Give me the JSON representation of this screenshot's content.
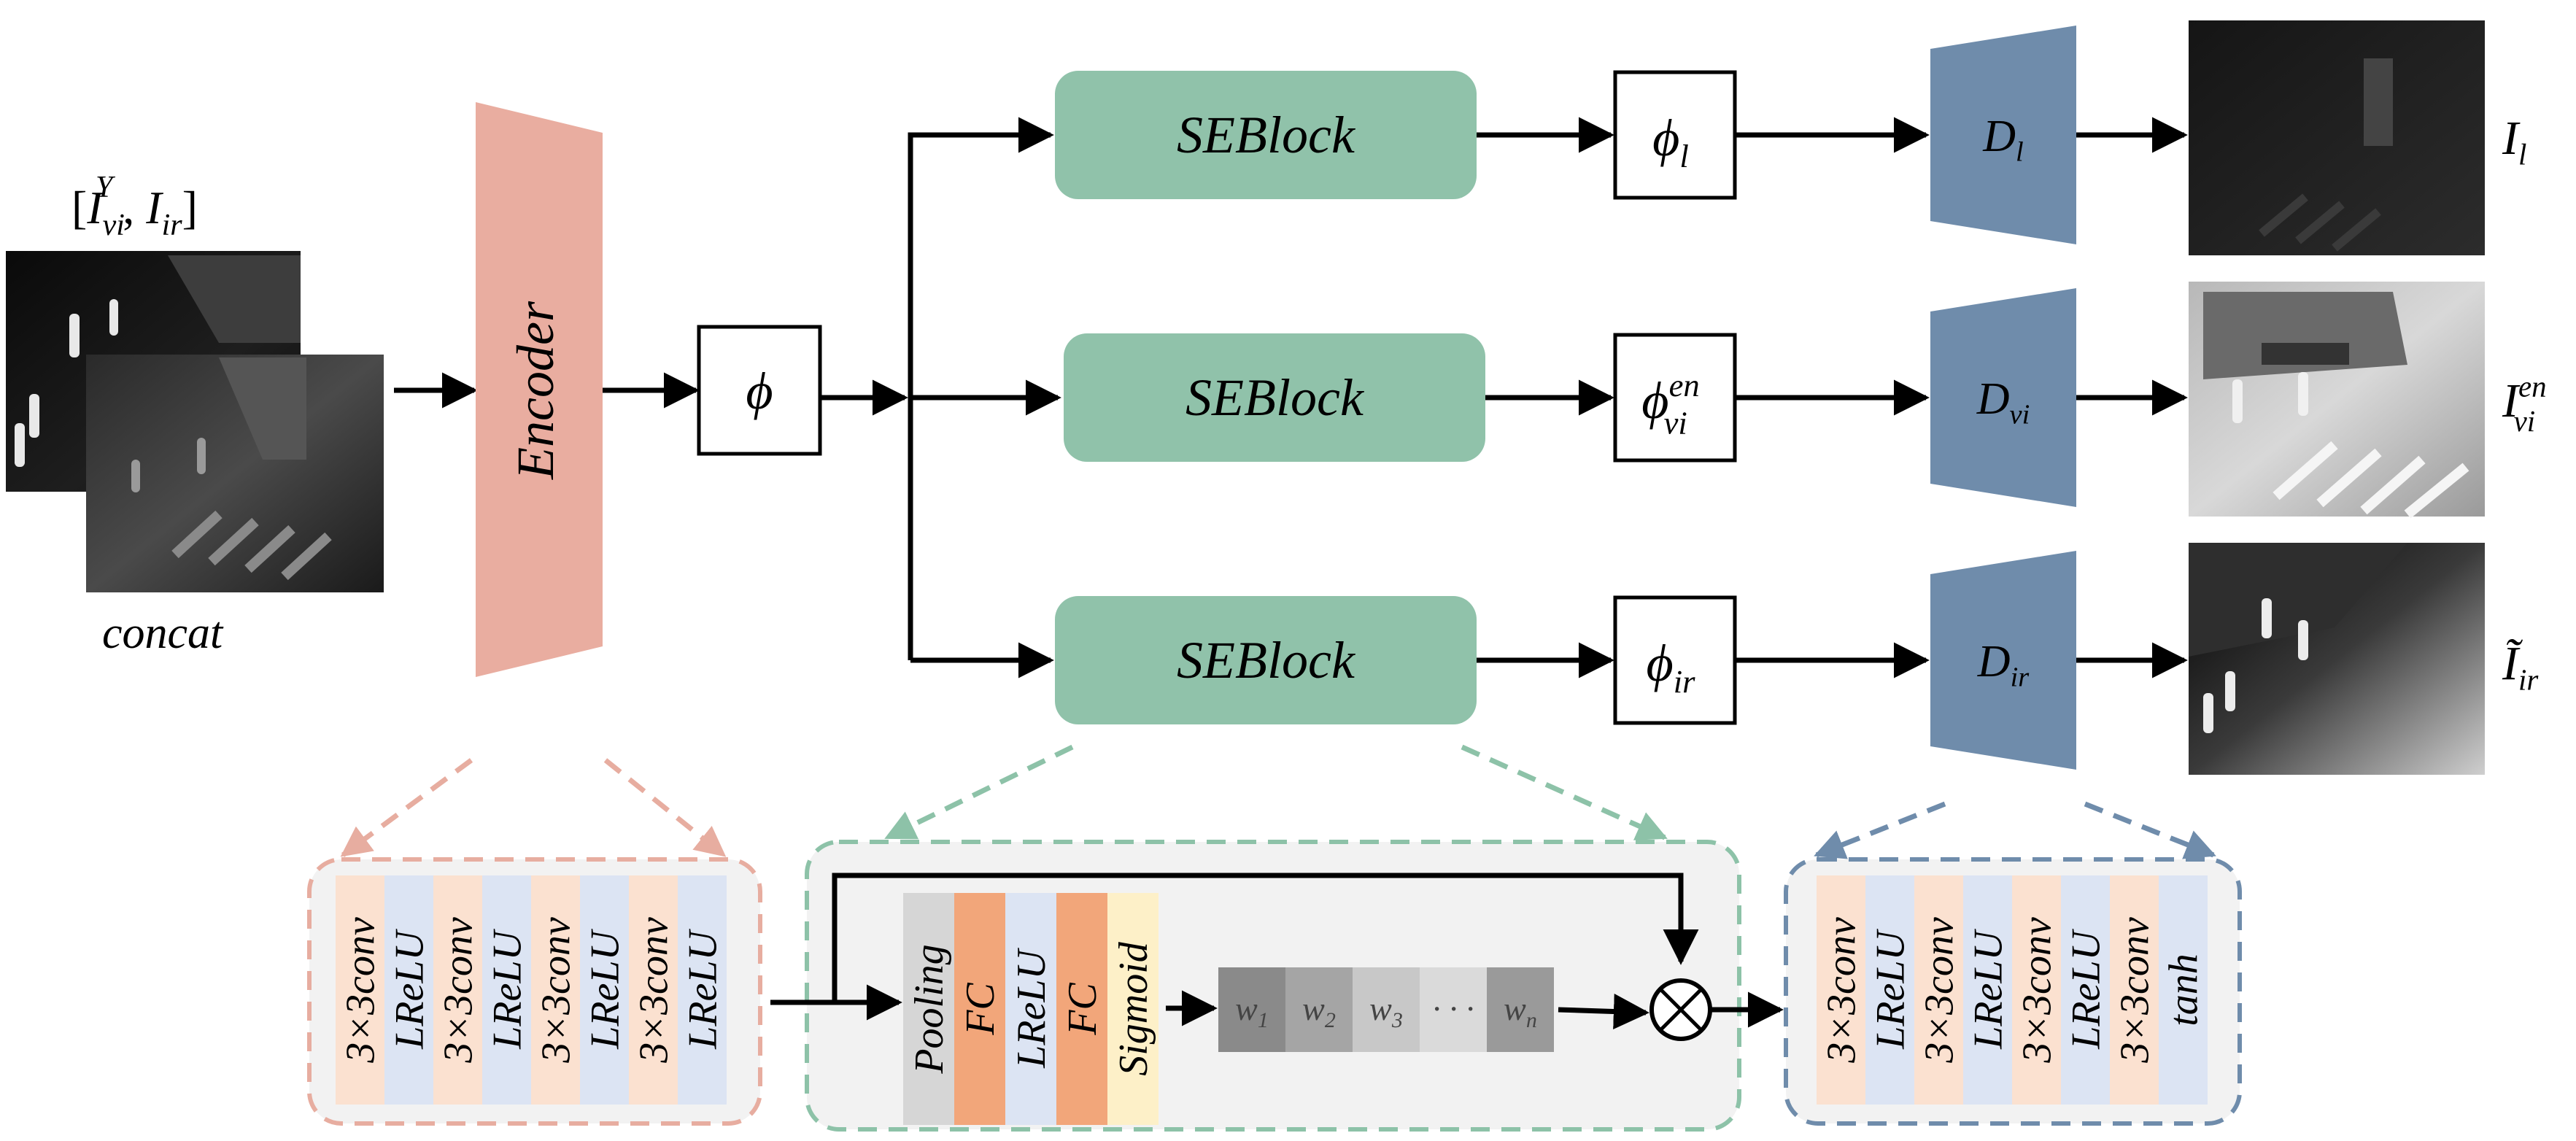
{
  "input": {
    "label_main": "[I",
    "label_sub_vi": "vi",
    "label_sup_y": "Y",
    "label_comma": ", I",
    "label_sub_ir": "ir",
    "label_close": "]",
    "caption": "concat"
  },
  "encoder": {
    "label": "Encoder"
  },
  "phi": {
    "label": "ϕ"
  },
  "branches": [
    {
      "seblock": "SEBlock",
      "feature": "ϕ",
      "feature_sub": "l",
      "feature_sup": "",
      "decoder": "D",
      "decoder_sub": "l",
      "output": "I",
      "output_sub": "l",
      "output_sup": ""
    },
    {
      "seblock": "SEBlock",
      "feature": "ϕ",
      "feature_sub": "vi",
      "feature_sup": "en",
      "decoder": "D",
      "decoder_sub": "vi",
      "output": "I",
      "output_sub": "vi",
      "output_sup": "en"
    },
    {
      "seblock": "SEBlock",
      "feature": "ϕ",
      "feature_sub": "ir",
      "feature_sup": "",
      "decoder": "D",
      "decoder_sub": "ir",
      "output": "Ĩ",
      "output_sub": "ir",
      "output_sup": ""
    }
  ],
  "encoder_detail": {
    "layers": [
      "3×3conv",
      "LReLU",
      "3×3conv",
      "LReLU",
      "3×3conv",
      "LReLU",
      "3×3conv",
      "LReLU"
    ]
  },
  "se_detail": {
    "layers": [
      "Pooling",
      "FC",
      "LReLU",
      "FC",
      "Sigmoid"
    ],
    "weights": [
      "w",
      "w",
      "w",
      "· · ·",
      "w"
    ],
    "weight_subs": [
      "1",
      "2",
      "3",
      "",
      "n"
    ],
    "multiply_symbol": "⊗"
  },
  "decoder_detail": {
    "layers": [
      "3×3conv",
      "LReLU",
      "3×3conv",
      "LReLU",
      "3×3conv",
      "LReLU",
      "3×3conv",
      "tanh"
    ]
  },
  "colors": {
    "encoder": "#E9ADA0",
    "seblock": "#90C2AA",
    "decoder": "#6F8CAB",
    "conv_fill": "#FBE1D0",
    "relu_fill": "#DCE4F3",
    "tanh_fill": "#DCE4F3",
    "pool_fill": "#D6D6D6",
    "fc_fill": "#F2A67A",
    "sigmoid_fill": "#FDF0C8",
    "enc_box_stroke": "#E7ADA0",
    "se_box_stroke": "#8DC2A8",
    "dec_box_stroke": "#6F8CAB",
    "panel_fill": "#F2F2F2"
  }
}
